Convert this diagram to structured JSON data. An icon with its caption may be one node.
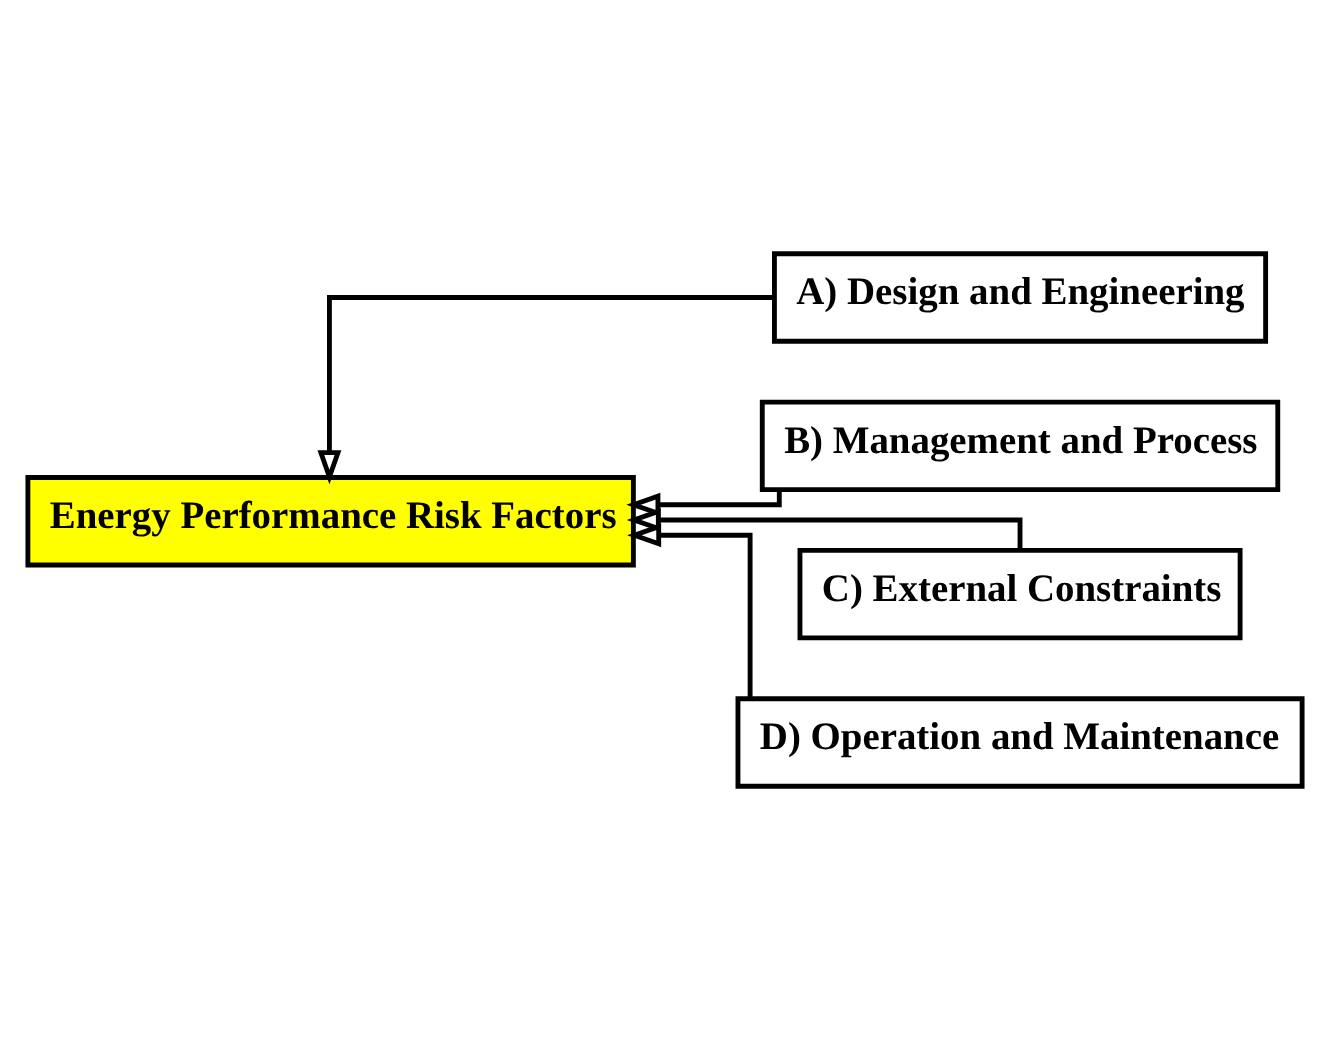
{
  "diagram": {
    "nodes": [
      {
        "text": [
          "Energy Performance Risk Factors"
        ]
      },
      {
        "text": [
          "A) Design and Engineering"
        ]
      },
      {
        "text": [
          "B) Management and Process"
        ]
      },
      {
        "text": [
          "C) External Constraints"
        ]
      },
      {
        "text": [
          "D) Operation and Maintenance"
        ]
      }
    ],
    "edges": [
      {
        "from": 1,
        "to": 0,
        "arrow": "to"
      },
      {
        "from": 2,
        "to": 0,
        "arrow": "to"
      },
      {
        "from": 3,
        "to": 0,
        "arrow": "to"
      },
      {
        "from": 4,
        "to": 0,
        "arrow": "to"
      }
    ]
  }
}
